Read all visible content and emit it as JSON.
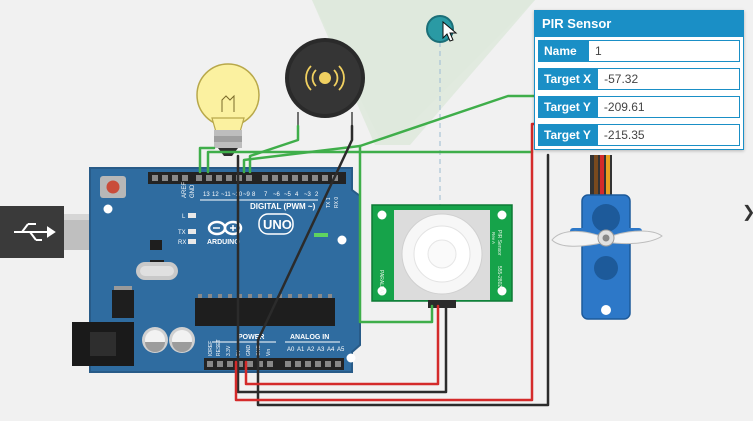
{
  "board": {
    "logo_text": "ARDUINO",
    "model": "UNO",
    "digital_header": "DIGITAL (PWM ~)",
    "power_label": "POWER",
    "analog_label": "ANALOG IN",
    "tx_label": "TX",
    "rx_label": "RX",
    "l_label": "L",
    "aref_label": "AREF",
    "gnd_label": "GND",
    "top_pin_labels": [
      "13",
      "12",
      "~11",
      "~10",
      "~9",
      "8",
      "7",
      "~6",
      "~5",
      "4",
      "~3",
      "2",
      "TX 1",
      "RX 0"
    ],
    "bottom_pin_labels": [
      "IOREF",
      "RESET",
      "3.3V",
      "5V",
      "GND",
      "GND",
      "Vin",
      "A0",
      "A1",
      "A2",
      "A3",
      "A4",
      "A5"
    ]
  },
  "pir_module": {
    "side_text_left": "PARALLAX",
    "side_text_right": "PIR Sensor",
    "side_code": "555-28027",
    "side_rev": "Rev A"
  },
  "panel": {
    "title": "PIR Sensor",
    "rows": [
      {
        "label": "Name",
        "value": "1"
      },
      {
        "label": "Target X",
        "value": "-57.32"
      },
      {
        "label": "Target Y",
        "value": "-209.61"
      },
      {
        "label": "Target Y",
        "value": "-215.35"
      }
    ]
  },
  "colors": {
    "accent": "#1a8fc6",
    "board": "#2f6ca0",
    "pir_board": "#16a34a",
    "wire_green": "#3fae4a",
    "wire_red": "#d42a2a",
    "wire_black": "#2b2b2b",
    "target_dot": "#2a9aa4"
  },
  "icons": {
    "usb": "usb-icon",
    "cursor": "cursor-icon",
    "collapse": "chevron-right-icon"
  }
}
